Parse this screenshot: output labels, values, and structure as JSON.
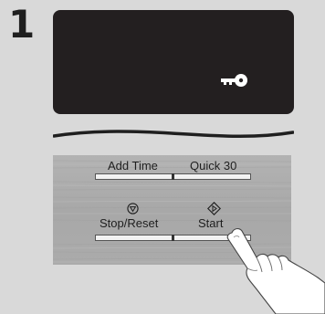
{
  "step": {
    "number": "1"
  },
  "display": {
    "background_color": "#231f20",
    "lock_icon": "key-icon"
  },
  "control_panel": {
    "top_left_label": "Add Time",
    "top_right_label": "Quick 30",
    "stop_reset_label": "Stop/Reset",
    "start_label": "Start",
    "stop_icon": "stop-reset-icon",
    "start_icon": "start-icon"
  },
  "hand": {
    "icon": "pointing-finger-icon"
  }
}
